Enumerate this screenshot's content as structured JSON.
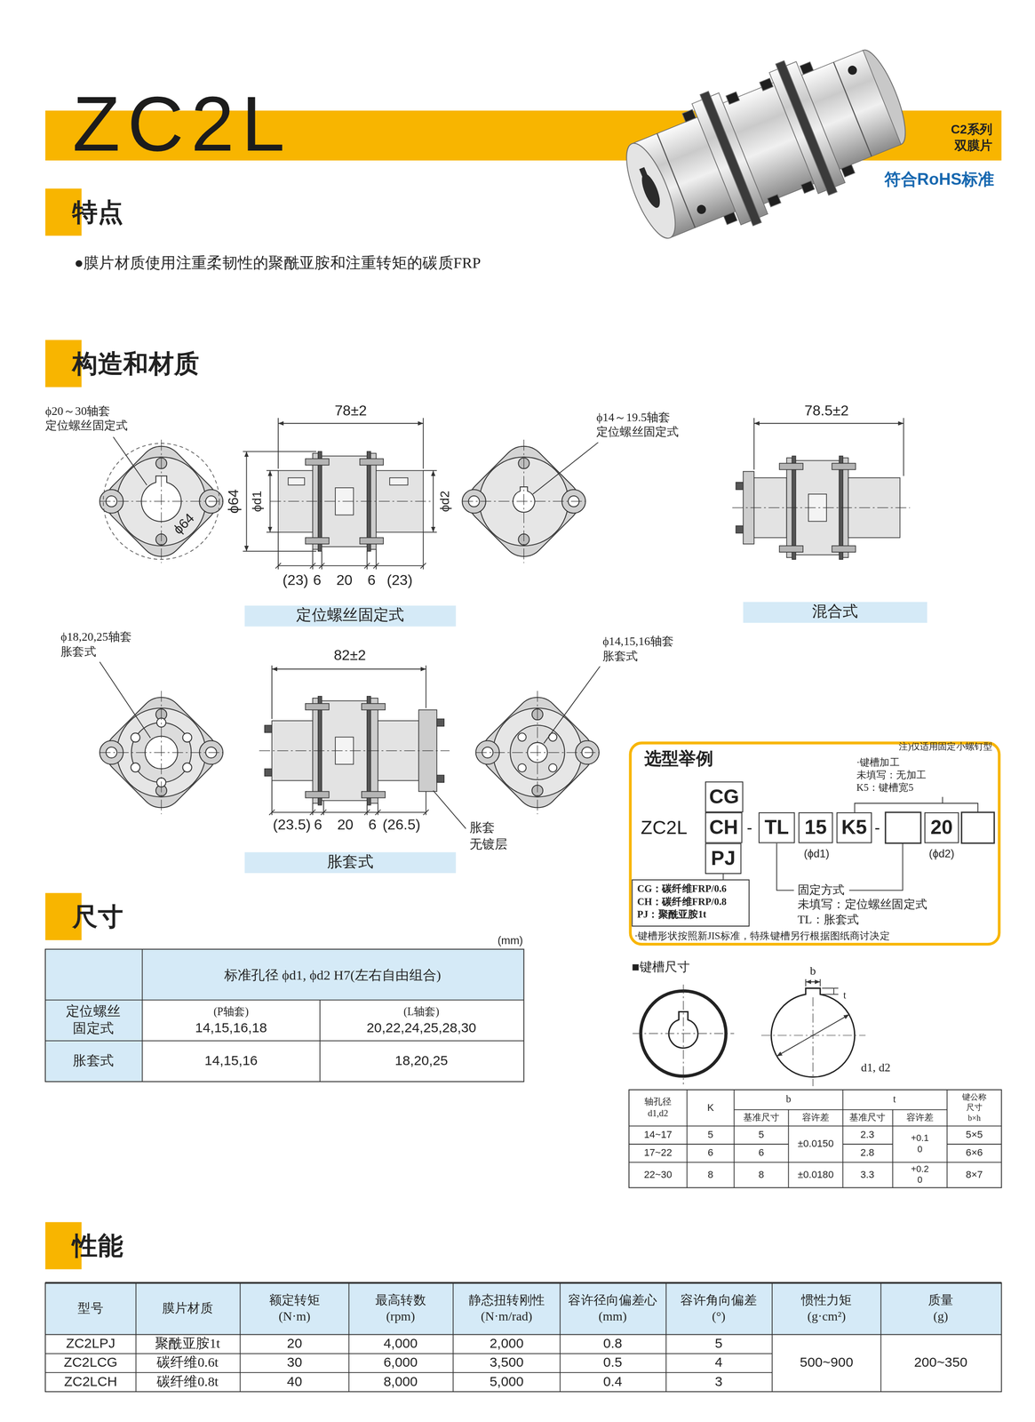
{
  "diagram": {
    "title": "ZC2L",
    "nodes": [
      {
        "text": [
          "定位螺丝固定式"
        ]
      },
      {
        "text": [
          "混合式"
        ]
      },
      {
        "text": [
          "胀套式"
        ]
      },
      {
        "text": [
          "选型举例"
        ]
      },
      {
        "text": [
          "CG"
        ],
        "in": 3
      },
      {
        "text": [
          "CH"
        ],
        "in": 3
      },
      {
        "text": [
          "PJ"
        ],
        "in": 3
      },
      {
        "text": [
          "TL"
        ],
        "in": 3
      },
      {
        "text": [
          "15"
        ],
        "in": 3
      },
      {
        "text": [
          "K5"
        ],
        "in": 3
      },
      {
        "text": [
          "20"
        ],
        "in": 3
      },
      {
        "text": [
          "CG：碳纤维FRP/0.6 CH：碳纤维FRP/0.8 PJ：聚酰亚胺1t"
        ],
        "in": 3
      }
    ],
    "labels": [
      "C2系列",
      "双膜片",
      "符合RoHS标准",
      "特点",
      "●膜片材质使用注重柔韧性的聚酰亚胺和注重转矩的碳质FRP",
      "构造和材质",
      "ϕ20～30轴套 定位螺丝固定式",
      "78±2",
      "ϕ64",
      "ϕ64",
      "ϕd1",
      "(23)",
      "6",
      "20",
      "6",
      "(23)",
      "ϕd2",
      "ϕ14～19.5轴套 定位螺丝固定式",
      "78.5±2",
      "ϕ18,20,25轴套 胀套式",
      "82±2",
      "ϕ14,15,16轴套 胀套式",
      "(23.5)",
      "6",
      "20",
      "6",
      "(26.5)",
      "胀套 无镀层",
      "尺寸",
      "(mm)",
      "标准孔径 ϕd1, ϕd2 H7(左右自由组合)",
      "定位螺丝 固定式",
      "(P轴套)",
      "14,15,16,18",
      "(L轴套)",
      "20,22,24,25,28,30",
      "胀套式",
      "14,15,16",
      "18,20,25",
      "注)仅适用固定小螺钉型",
      "·键槽加工 未填写：无加工 K5：键槽宽5",
      "ZC2L",
      "-",
      "-",
      "(ϕd1)",
      "(ϕd2)",
      "固定方式 未填写：定位螺丝固定式 TL：胀套式",
      "·键槽形状按照新JIS标准，特殊键槽另行根据图纸商讨决定",
      "■键槽尺寸",
      "b",
      "t",
      "d1, d2",
      "轴孔径 d1,d2",
      "K",
      "b",
      "t",
      "键公称 尺寸 b×h",
      "基准尺寸",
      "容许差",
      "基准尺寸",
      "容许差",
      "14~17",
      "5",
      "5",
      "±0.0150",
      "2.3",
      "+0.1",
      "0",
      "5×5",
      "17~22",
      "6",
      "6",
      "2.8",
      "6×6",
      "22~30",
      "8",
      "8",
      "±0.0180",
      "3.3",
      "+0.2",
      "0",
      "8×7",
      "性能",
      "型号",
      "膜片材质",
      "额定转矩 (N·m)",
      "最高转数 (rpm)",
      "静态扭转刚性 (N·m/rad)",
      "容许径向偏差心 (mm)",
      "容许角向偏差 (°)",
      "惯性力矩 (g·cm²)",
      "质量 (g)",
      "ZC2LPJ",
      "聚酰亚胺1t",
      "20",
      "4,000",
      "2,000",
      "0.8",
      "5",
      "500~900",
      "200~350",
      "ZC2LCG",
      "碳纤维0.6t",
      "30",
      "6,000",
      "3,500",
      "0.5",
      "4",
      "ZC2LCH",
      "碳纤维0.8t",
      "40",
      "8,000",
      "5,000",
      "0.4",
      "3"
    ]
  }
}
